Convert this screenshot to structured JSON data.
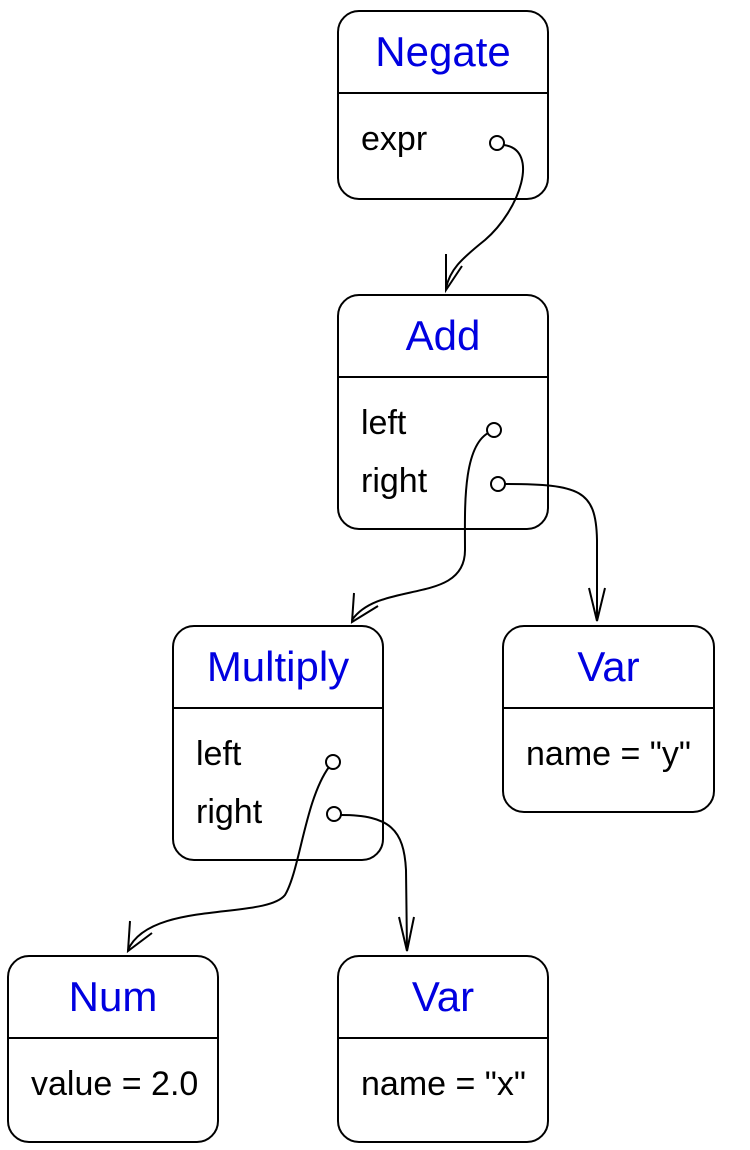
{
  "nodes": {
    "negate": {
      "title": "Negate",
      "fields": [
        "expr"
      ]
    },
    "add": {
      "title": "Add",
      "fields": [
        "left",
        "right"
      ]
    },
    "multiply": {
      "title": "Multiply",
      "fields": [
        "left",
        "right"
      ]
    },
    "var_y": {
      "title": "Var",
      "fields": [
        "name = \"y\""
      ]
    },
    "num": {
      "title": "Num",
      "fields": [
        "value = 2.0"
      ]
    },
    "var_x": {
      "title": "Var",
      "fields": [
        "name = \"x\""
      ]
    }
  },
  "edges": [
    {
      "from": "negate.expr",
      "to": "add"
    },
    {
      "from": "add.left",
      "to": "multiply"
    },
    {
      "from": "add.right",
      "to": "var_y"
    },
    {
      "from": "multiply.left",
      "to": "num"
    },
    {
      "from": "multiply.right",
      "to": "var_x"
    }
  ],
  "colors": {
    "title": "#0000e0",
    "text": "#000000",
    "border": "#000000"
  }
}
